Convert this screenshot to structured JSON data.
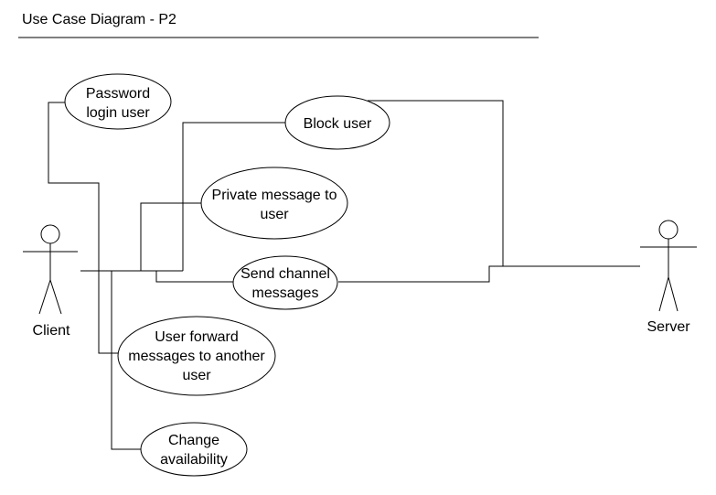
{
  "title": "Use Case Diagram - P2",
  "actors": {
    "client": "Client",
    "server": "Server"
  },
  "use_cases": {
    "password_login": [
      "Password",
      "login user"
    ],
    "block_user": [
      "Block user"
    ],
    "private_message": [
      "Private message to",
      "user"
    ],
    "send_channel": [
      "Send channel",
      "messages"
    ],
    "forward_messages": [
      "User forward",
      "messages to another",
      "user"
    ],
    "change_availability": [
      "Change",
      "availability"
    ]
  }
}
